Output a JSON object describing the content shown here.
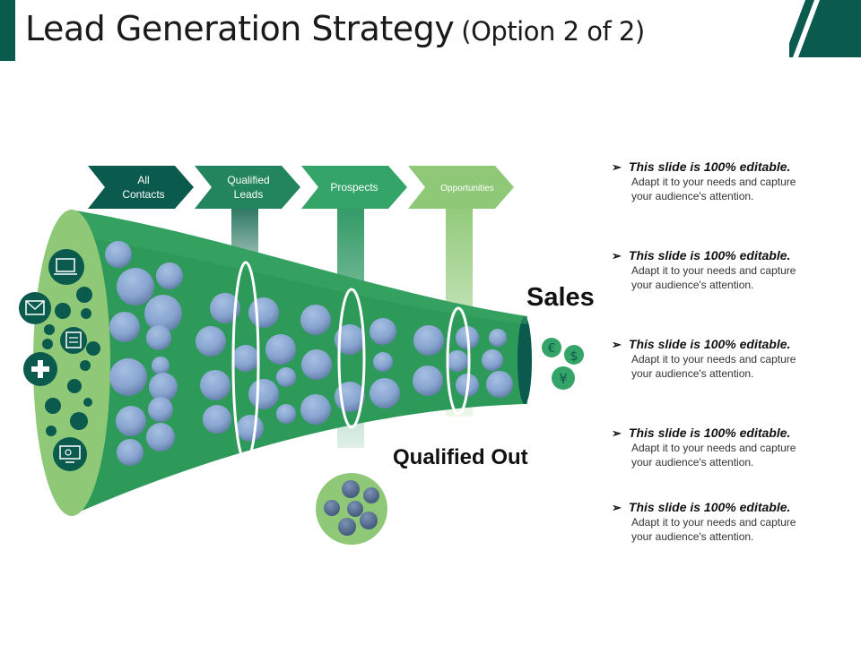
{
  "title": {
    "main": "Lead Generation Strategy",
    "sub": "(Option 2 of 2)"
  },
  "stages": [
    {
      "lines": [
        "All",
        "Contacts"
      ],
      "color": "#0b5a4e"
    },
    {
      "lines": [
        "Qualified",
        "Leads"
      ],
      "color": "#22855d"
    },
    {
      "lines": [
        "Prospects"
      ],
      "color": "#35a468"
    },
    {
      "lines": [
        "Opportunities"
      ],
      "color": "#8fc977"
    }
  ],
  "labels": {
    "sales": "Sales",
    "qualified_out": "Qualified Out"
  },
  "currency": [
    "€",
    "$",
    "¥"
  ],
  "bullets": [
    {
      "heading": "This slide is 100% editable.",
      "line1": "Adapt it to your needs and capture",
      "line2": "your audience's  attention."
    },
    {
      "heading": "This slide is 100% editable.",
      "line1": "Adapt it to your needs and capture",
      "line2": "your audience's  attention."
    },
    {
      "heading": "This slide is 100% editable.",
      "line1": "Adapt it to your needs and capture",
      "line2": "your audience's  attention."
    },
    {
      "heading": "This slide is 100% editable.",
      "line1": "Adapt it to your needs and capture",
      "line2": "your audience's  attention."
    },
    {
      "heading": "This slide is 100% editable.",
      "line1": "Adapt it to your needs and capture",
      "line2": "your audience's  attention."
    }
  ],
  "icons": [
    "computer-icon",
    "envelope-icon",
    "newspaper-icon",
    "plus-icon",
    "monitor-icon"
  ],
  "colors": {
    "dark_green": "#0b5a4e",
    "funnel_green": "#2e9a5a",
    "light_green": "#8fc977",
    "bubble": "#8aa9d4"
  }
}
